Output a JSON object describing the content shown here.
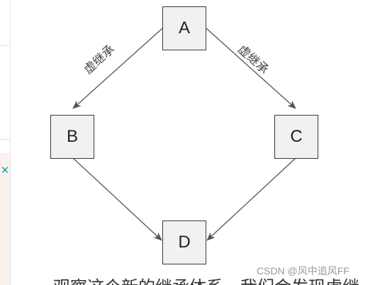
{
  "diagram": {
    "nodes": {
      "a": "A",
      "b": "B",
      "c": "C",
      "d": "D"
    },
    "edge_labels": {
      "left": "虚继承",
      "right": "虚继承"
    }
  },
  "watermark": "CSDN @风中追风FF",
  "bottom_text": "观察这个新的继承体系，我们会发现虚继",
  "sidebar": {
    "close_icon": "close-icon"
  },
  "colors": {
    "node_fill": "#f1f1f1",
    "node_border": "#3a3a3a",
    "arrow": "#555555",
    "close_icon": "#1aa3b8",
    "ad_background": "#fbf1ec"
  }
}
